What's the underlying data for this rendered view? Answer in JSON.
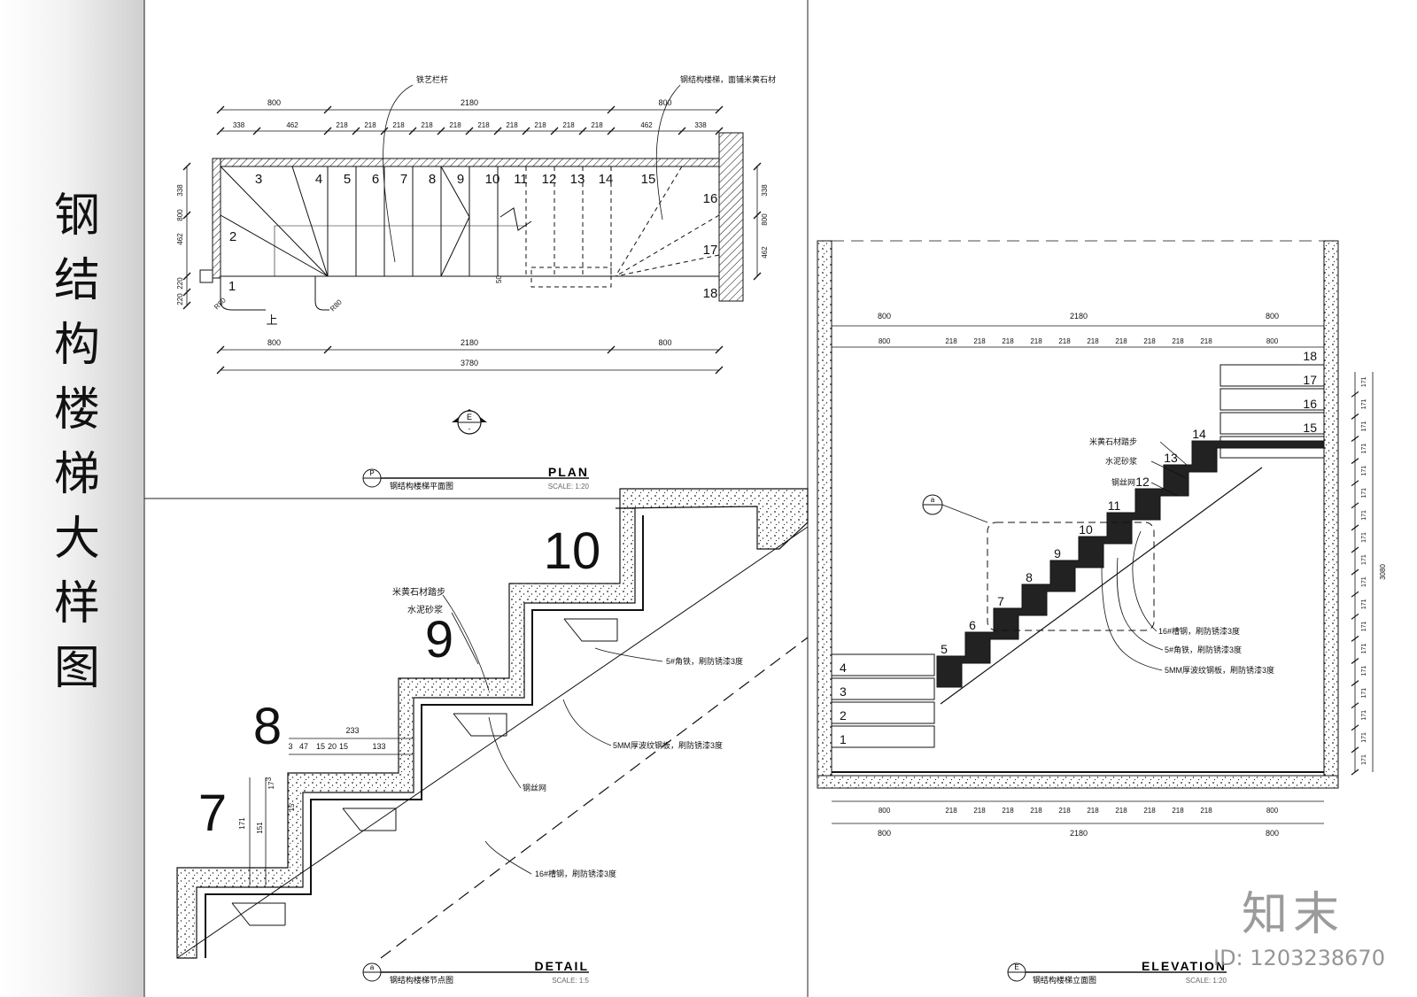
{
  "sidebar": {
    "title_chars": [
      "钢",
      "结",
      "构",
      "楼",
      "梯",
      "大",
      "样",
      "图"
    ]
  },
  "plan": {
    "label": "PLAN",
    "title": "钢结构楼梯平面图",
    "scale": "SCALE: 1:20",
    "marker_letter": "P",
    "section_marker": "E",
    "dims_outer": [
      "800",
      "2180",
      "800"
    ],
    "dims_treads": [
      "338",
      "462",
      "218",
      "218",
      "218",
      "218",
      "218",
      "218",
      "218",
      "218",
      "218",
      "218",
      "462",
      "338"
    ],
    "dims_bottom": [
      "800",
      "2180",
      "800"
    ],
    "dim_total": "3780",
    "dims_left": [
      "338",
      "800",
      "462",
      "220",
      "220"
    ],
    "dims_right": [
      "338",
      "800",
      "462"
    ],
    "step_numbers": [
      "1",
      "2",
      "3",
      "4",
      "5",
      "6",
      "7",
      "8",
      "9",
      "10",
      "11",
      "12",
      "13",
      "14",
      "15",
      "16",
      "17",
      "18"
    ],
    "radius_left": "R80",
    "radius_right": "R80",
    "up_label": "上",
    "gap_label": "50",
    "note_railing": "铁艺栏杆",
    "note_structure": "钢结构楼梯，面铺米黄石材"
  },
  "detail": {
    "label": "DETAIL",
    "title": "钢结构楼梯节点图",
    "scale": "SCALE: 1:5",
    "marker_letter": "a",
    "step_numbers": [
      "7",
      "8",
      "9",
      "10"
    ],
    "dim_top": "233",
    "dims_parts": [
      "3",
      "47",
      "15",
      "20",
      "15",
      "133"
    ],
    "dims_vertical": [
      "171",
      "151",
      "3",
      "17",
      "15"
    ],
    "note_stone": "米黄石材踏步",
    "note_mortar": "水泥砂浆",
    "note_angle": "5#角铁，刷防锈漆3度",
    "note_plate": "5MM厚波纹钢板，刷防锈漆3度",
    "note_mesh": "钢丝网",
    "note_channel": "16#槽钢，刷防锈漆3度"
  },
  "elevation": {
    "label": "ELEVATION",
    "title": "钢结构楼梯立面图",
    "scale": "SCALE: 1:20",
    "marker_letter": "E",
    "detail_marker": "a",
    "dims_top_outer": [
      "800",
      "2180",
      "800"
    ],
    "dims_top_inner": [
      "800",
      "218",
      "218",
      "218",
      "218",
      "218",
      "218",
      "218",
      "218",
      "218",
      "218",
      "800"
    ],
    "dims_bottom_inner": [
      "800",
      "218",
      "218",
      "218",
      "218",
      "218",
      "218",
      "218",
      "218",
      "218",
      "218",
      "800"
    ],
    "dims_bottom_outer": [
      "800",
      "2180",
      "800"
    ],
    "riser": "171",
    "total_height": "3080",
    "step_numbers": [
      "1",
      "2",
      "3",
      "4",
      "5",
      "6",
      "7",
      "8",
      "9",
      "10",
      "11",
      "12",
      "13",
      "14",
      "15",
      "16",
      "17",
      "18"
    ],
    "note_stone": "米黄石材踏步",
    "note_mortar": "水泥砂浆",
    "note_mesh": "钢丝网",
    "note_channel": "16#槽钢，刷防锈漆3度",
    "note_angle": "5#角铁，刷防锈漆3度",
    "note_plate": "5MM厚波纹钢板，刷防锈漆3度"
  },
  "watermark": {
    "logo": "知末",
    "id": "ID: 1203238670"
  }
}
